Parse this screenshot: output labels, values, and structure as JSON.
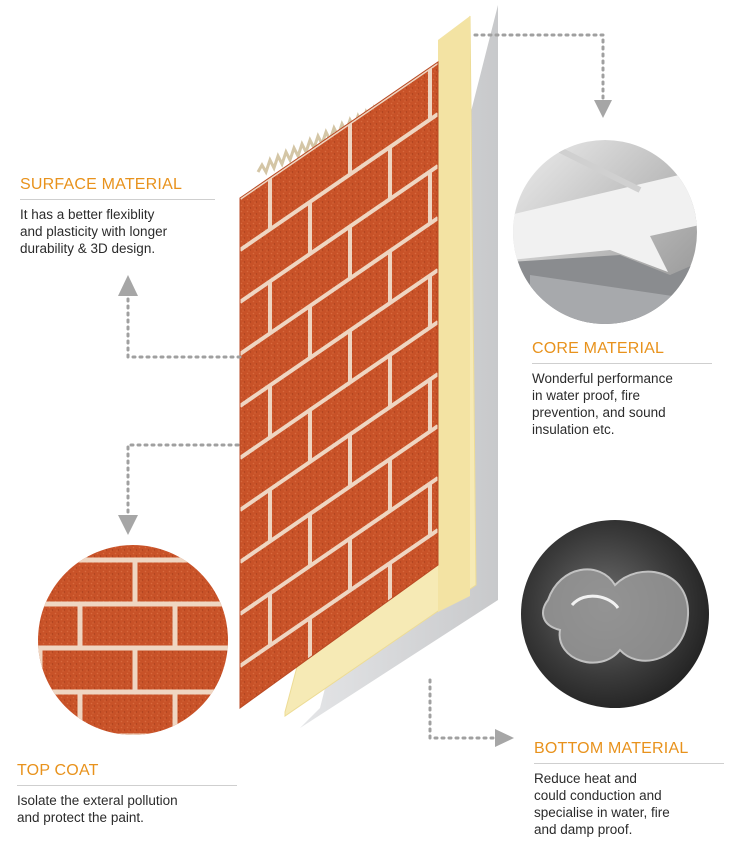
{
  "colors": {
    "accent": "#e8921c",
    "brick": "#c9542c",
    "mortar": "#f2dccb",
    "core": "#f7eebb",
    "backing": "#d9dadc"
  },
  "labels": {
    "surface": {
      "title": "SURFACE MATERIAL",
      "desc": "It has a better flexiblity\nand plasticity with longer\ndurability & 3D design."
    },
    "core": {
      "title": "CORE MATERIAL",
      "desc": "Wonderful performance\nin water proof, fire\nprevention, and sound\ninsulation etc."
    },
    "topcoat": {
      "title": "TOP COAT",
      "desc": "Isolate the exteral pollution\nand protect the paint."
    },
    "bottom": {
      "title": "BOTTOM MATERIAL",
      "desc": "Reduce heat and\ncould conduction and\nspecialise in water, fire\nand damp proof."
    }
  }
}
